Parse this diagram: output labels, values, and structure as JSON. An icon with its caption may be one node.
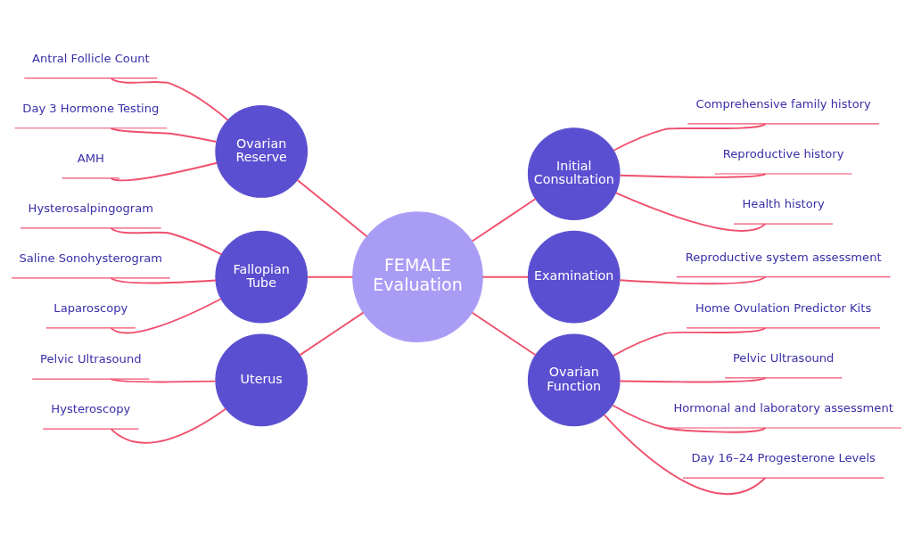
{
  "diagram": {
    "nodes": [
      {
        "text": [
          "FEMALE Evaluation"
        ]
      },
      {
        "text": [
          "Ovarian Reserve"
        ]
      },
      {
        "text": [
          "Antral Follicle Count"
        ]
      },
      {
        "text": [
          "Day 3 Hormone Testing"
        ]
      },
      {
        "text": [
          "AMH"
        ]
      },
      {
        "text": [
          "Fallopian Tube"
        ]
      },
      {
        "text": [
          "Hysterosalpingogram"
        ]
      },
      {
        "text": [
          "Saline Sonohysterogram"
        ]
      },
      {
        "text": [
          "Laparoscopy"
        ]
      },
      {
        "text": [
          "Uterus"
        ]
      },
      {
        "text": [
          "Pelvic Ultrasound"
        ]
      },
      {
        "text": [
          "Hysteroscopy"
        ]
      },
      {
        "text": [
          "Initial Consultation"
        ]
      },
      {
        "text": [
          "Comprehensive family history"
        ]
      },
      {
        "text": [
          "Reproductive history"
        ]
      },
      {
        "text": [
          "Health history"
        ]
      },
      {
        "text": [
          "Examination"
        ]
      },
      {
        "text": [
          "Reproductive system assessment"
        ]
      },
      {
        "text": [
          "Ovarian Function"
        ]
      },
      {
        "text": [
          "Home Ovulation Predictor Kits"
        ]
      },
      {
        "text": [
          "Pelvic Ultrasound"
        ]
      },
      {
        "text": [
          "Hormonal and laboratory assessment"
        ]
      },
      {
        "text": [
          "Day 16–24 Progesterone Levels"
        ]
      }
    ],
    "edges": [
      {
        "from": 0,
        "to": 1,
        "arrow": "none"
      },
      {
        "from": 1,
        "to": 2,
        "arrow": "none"
      },
      {
        "from": 1,
        "to": 3,
        "arrow": "none"
      },
      {
        "from": 1,
        "to": 4,
        "arrow": "none"
      },
      {
        "from": 0,
        "to": 5,
        "arrow": "none"
      },
      {
        "from": 5,
        "to": 6,
        "arrow": "none"
      },
      {
        "from": 5,
        "to": 7,
        "arrow": "none"
      },
      {
        "from": 5,
        "to": 8,
        "arrow": "none"
      },
      {
        "from": 0,
        "to": 9,
        "arrow": "none"
      },
      {
        "from": 9,
        "to": 10,
        "arrow": "none"
      },
      {
        "from": 9,
        "to": 11,
        "arrow": "none"
      },
      {
        "from": 0,
        "to": 12,
        "arrow": "none"
      },
      {
        "from": 12,
        "to": 13,
        "arrow": "none"
      },
      {
        "from": 12,
        "to": 14,
        "arrow": "none"
      },
      {
        "from": 12,
        "to": 15,
        "arrow": "none"
      },
      {
        "from": 0,
        "to": 16,
        "arrow": "none"
      },
      {
        "from": 16,
        "to": 17,
        "arrow": "none"
      },
      {
        "from": 0,
        "to": 18,
        "arrow": "none"
      },
      {
        "from": 18,
        "to": 19,
        "arrow": "none"
      },
      {
        "from": 18,
        "to": 20,
        "arrow": "none"
      },
      {
        "from": 18,
        "to": 21,
        "arrow": "none"
      },
      {
        "from": 18,
        "to": 22,
        "arrow": "none"
      }
    ]
  }
}
